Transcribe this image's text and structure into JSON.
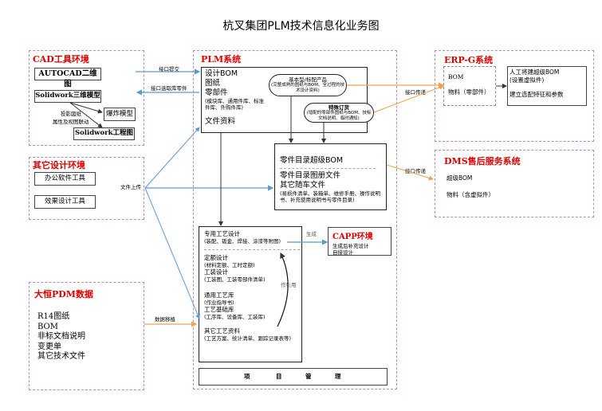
{
  "title": "杭叉集团PLM技术信息化业务图",
  "colors": {
    "zone_border": "#c08aa8",
    "zone_title": "#e00000",
    "blue_arrow": "#5b9bd5",
    "orange_arrow": "#f0a050"
  },
  "cad": {
    "title": "CAD工具环境",
    "autocad": "AUTOCAD二维图",
    "solidwork3d": "Solidwork三维模型",
    "assembly": "爆炸模型",
    "solidwork_drawing": "Solidwork工程图",
    "note1": "投影図纸",
    "note2": "属性及视图联动"
  },
  "other_design": {
    "title": "其它设计环境",
    "office": "办公软件工具",
    "effect": "效果设计工具"
  },
  "pdm": {
    "title": "大恒PDM数据",
    "items": [
      "R14图纸",
      "BOM",
      "非标文档说明",
      "变更单",
      "其它技术文件"
    ]
  },
  "plm": {
    "title": "PLM系统",
    "design": {
      "lines": [
        "设计BOM",
        "图纸",
        "零部件"
      ],
      "sub": "(模块库、通用件库、标准件库、外购件库)",
      "files": "文件资料"
    },
    "basic": {
      "title": "基本型/标配产品",
      "sub": "(完整成熟的图纸与BOM、全过程的技术设计资料)"
    },
    "special": {
      "title": "特殊订货",
      "sub": "(增配的零部件图纸与BOM、技标文档说明、临时通知)"
    },
    "catalog": {
      "bom": "零件目录超级BOM",
      "lines": [
        "零件目录图册文件",
        "其它随车文件"
      ],
      "sub": "(易损件清单、装箱单、维修手册、操作说明书、补充使用说明书与零件目录)"
    },
    "process": {
      "dedicated": "专用工艺设计",
      "dedicated_sub": "(装配、钣金、焊接、涂漆等附图)",
      "quota": "定额设计",
      "quota_sub": "(材料定额、工时定额)",
      "tooling": "工装设计",
      "tooling_sub": "(工装图、工装零部件清单)",
      "general": "通用工艺库",
      "general_sub": "(作业指导书)",
      "base": "工艺基础库",
      "base_sub": "(工序库、设备库、工装库)",
      "other": "其它工艺资料",
      "other_sub": "(工艺方案、统计清单、跟踪记录表等)",
      "ref_label": "作引用"
    },
    "project_mgmt": [
      "项",
      "目",
      "管",
      "理"
    ]
  },
  "capp": {
    "title": "CAPP环境",
    "lines": [
      "生成后补充设计",
      "自接设计"
    ]
  },
  "erp": {
    "title": "ERP-G系统",
    "left": [
      "BOM",
      "物料（零部件）"
    ],
    "right": [
      "人工将建超级BOM",
      "(设置虚拟件)",
      "建立选配特征和参数"
    ]
  },
  "dms": {
    "title": "DMS售后服务系统",
    "lines": [
      "超级BOM",
      "物料（含虚拟件）"
    ]
  },
  "arrows": {
    "submit": "接口提交",
    "fetch": "接口选取库零件",
    "upload": "文件上传",
    "migrate": "数据移植",
    "transfer_erp": "接口传递",
    "transfer_dms": "接口传递",
    "generate": "生成"
  }
}
